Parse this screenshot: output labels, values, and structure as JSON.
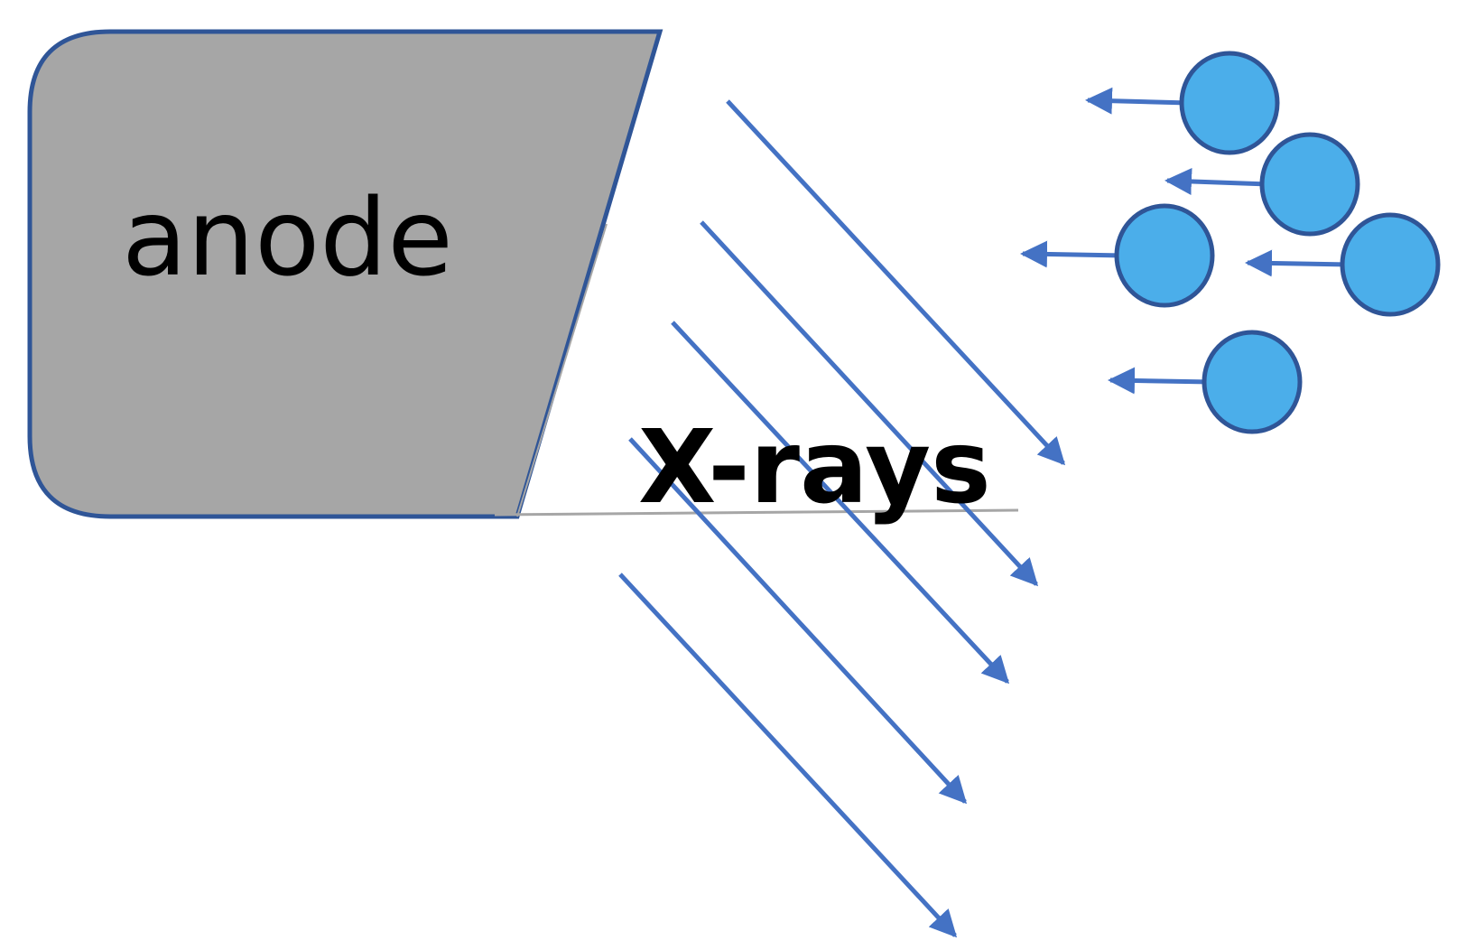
{
  "anode": {
    "label": "anode",
    "fill_color": "#a6a6a6",
    "stroke_color": "#2f5597"
  },
  "xrays": {
    "label": "X-rays",
    "arrow_color": "#4472c4",
    "count": 5
  },
  "electrons": {
    "count": 5,
    "fill_color": "#4baeea",
    "stroke_color": "#2f5597",
    "arrow_color": "#4472c4"
  },
  "reference_line_color": "#a6a6a6"
}
